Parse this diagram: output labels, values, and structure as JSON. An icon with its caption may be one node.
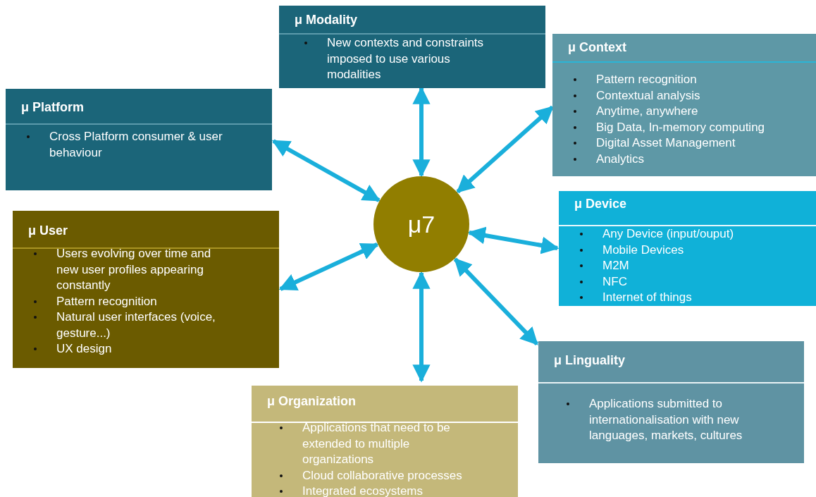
{
  "diagram": {
    "nodes": [
      {
        "text": [
          "μ Modality",
          "New contexts and constraints imposed to use various modalities"
        ]
      },
      {
        "text": [
          "μ Context",
          "Pattern recognition",
          "Contextual analysis",
          "Anytime, anywhere",
          "Big Data, In-memory computing",
          "Digital Asset Management",
          "Analytics"
        ]
      },
      {
        "text": [
          "μ Platform",
          "Cross Platform consumer & user behaviour"
        ]
      },
      {
        "text": [
          "μ7"
        ]
      },
      {
        "text": [
          "μ Device",
          "Any Device (input/ouput)",
          "Mobile Devices",
          "M2M",
          "NFC",
          "Internet of things"
        ]
      },
      {
        "text": [
          "μ User",
          "Users evolving over time and new user profiles appearing constantly",
          "Pattern recognition",
          "Natural user interfaces (voice, gesture...)",
          "UX design"
        ]
      },
      {
        "text": [
          "μ Linguality",
          "Applications submitted to internationalisation with new languages, markets, cultures"
        ]
      },
      {
        "text": [
          "μ Organization",
          "Applications that need to be extended to multiple organizations",
          "Cloud collaborative processes",
          "Integrated ecosystems"
        ]
      }
    ],
    "edges": [
      {
        "from": 3,
        "to": 0,
        "arrow": "both"
      },
      {
        "from": 3,
        "to": 1,
        "arrow": "both"
      },
      {
        "from": 3,
        "to": 2,
        "arrow": "both"
      },
      {
        "from": 3,
        "to": 4,
        "arrow": "both"
      },
      {
        "from": 3,
        "to": 5,
        "arrow": "both"
      },
      {
        "from": 3,
        "to": 6,
        "arrow": "both"
      },
      {
        "from": 3,
        "to": 7,
        "arrow": "both"
      }
    ]
  }
}
